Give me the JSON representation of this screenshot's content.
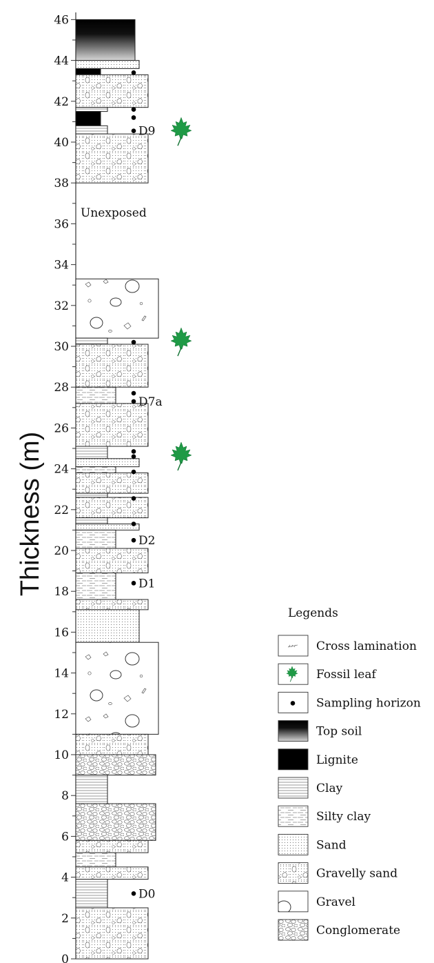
{
  "figure": {
    "axis_title": "Thickness (m)",
    "y_ticks": [
      "0",
      "2",
      "4",
      "6",
      "8",
      "10",
      "12",
      "14",
      "16",
      "18",
      "20",
      "22",
      "24",
      "26",
      "28",
      "30",
      "32",
      "34",
      "36",
      "38",
      "40",
      "42",
      "44",
      "46"
    ],
    "unexposed_label": "Unexposed",
    "samples": [
      {
        "label": "D9",
        "m": 40.55
      },
      {
        "label": "D7a",
        "m": 27.3
      },
      {
        "label": "D2",
        "m": 20.5
      },
      {
        "label": "D1",
        "m": 18.4
      },
      {
        "label": "D0",
        "m": 3.2
      }
    ],
    "sampling_dots_m": [
      43.4,
      41.6,
      41.2,
      40.55,
      30.2,
      27.7,
      27.3,
      24.85,
      24.6,
      23.85,
      22.55,
      21.3,
      20.5,
      18.4,
      3.2
    ],
    "fossil_leaf_at_m": [
      40.7,
      30.4,
      24.8
    ]
  },
  "chart_data": {
    "type": "table",
    "columns": [
      "top_m",
      "bottom_m",
      "lithology"
    ],
    "rows": [
      [
        46.0,
        44.0,
        "Top soil"
      ],
      [
        44.0,
        43.6,
        "Sand"
      ],
      [
        43.6,
        43.3,
        "Lignite"
      ],
      [
        43.3,
        41.7,
        "Gravelly sand"
      ],
      [
        41.7,
        41.5,
        "Clay"
      ],
      [
        41.5,
        40.8,
        "Lignite"
      ],
      [
        40.8,
        40.4,
        "Clay"
      ],
      [
        40.4,
        38.0,
        "Gravelly sand"
      ],
      [
        38.0,
        33.3,
        "Unexposed"
      ],
      [
        33.3,
        30.4,
        "Gravel"
      ],
      [
        30.4,
        30.1,
        "Clay"
      ],
      [
        30.1,
        28.0,
        "Gravelly sand"
      ],
      [
        28.0,
        27.2,
        "Silty clay"
      ],
      [
        27.2,
        25.1,
        "Gravelly sand"
      ],
      [
        25.1,
        24.5,
        "Clay"
      ],
      [
        24.5,
        24.1,
        "Sand"
      ],
      [
        24.1,
        23.8,
        "Silty clay"
      ],
      [
        23.8,
        22.8,
        "Gravelly sand"
      ],
      [
        22.8,
        22.6,
        "Clay"
      ],
      [
        22.6,
        21.6,
        "Gravelly sand"
      ],
      [
        21.6,
        21.3,
        "Clay"
      ],
      [
        21.3,
        21.0,
        "Sand"
      ],
      [
        21.0,
        20.1,
        "Silty clay"
      ],
      [
        20.1,
        18.9,
        "Gravelly sand"
      ],
      [
        18.9,
        17.6,
        "Silty clay"
      ],
      [
        17.6,
        17.1,
        "Gravelly sand"
      ],
      [
        17.1,
        15.5,
        "Sand"
      ],
      [
        15.5,
        11.0,
        "Gravel"
      ],
      [
        11.0,
        10.0,
        "Gravelly sand"
      ],
      [
        10.0,
        9.0,
        "Conglomerate"
      ],
      [
        9.0,
        7.6,
        "Clay"
      ],
      [
        7.6,
        5.8,
        "Conglomerate"
      ],
      [
        5.8,
        5.2,
        "Gravelly sand"
      ],
      [
        5.2,
        4.5,
        "Silty clay"
      ],
      [
        4.5,
        3.9,
        "Gravelly sand"
      ],
      [
        3.9,
        2.5,
        "Clay"
      ],
      [
        2.5,
        0.0,
        "Gravelly sand"
      ]
    ]
  },
  "legend": {
    "title": "Legends",
    "items": [
      {
        "key": "cross",
        "label": "Cross lamination"
      },
      {
        "key": "leaf",
        "label": "Fossil leaf"
      },
      {
        "key": "dot",
        "label": "Sampling horizon"
      },
      {
        "key": "topsoil",
        "label": "Top soil"
      },
      {
        "key": "lignite",
        "label": "Lignite"
      },
      {
        "key": "clay",
        "label": "Clay"
      },
      {
        "key": "siltyclay",
        "label": "Silty clay"
      },
      {
        "key": "sand",
        "label": "Sand"
      },
      {
        "key": "gravellysand",
        "label": "Gravelly sand"
      },
      {
        "key": "gravel",
        "label": "Gravel"
      },
      {
        "key": "conglomerate",
        "label": "Conglomerate"
      }
    ]
  }
}
